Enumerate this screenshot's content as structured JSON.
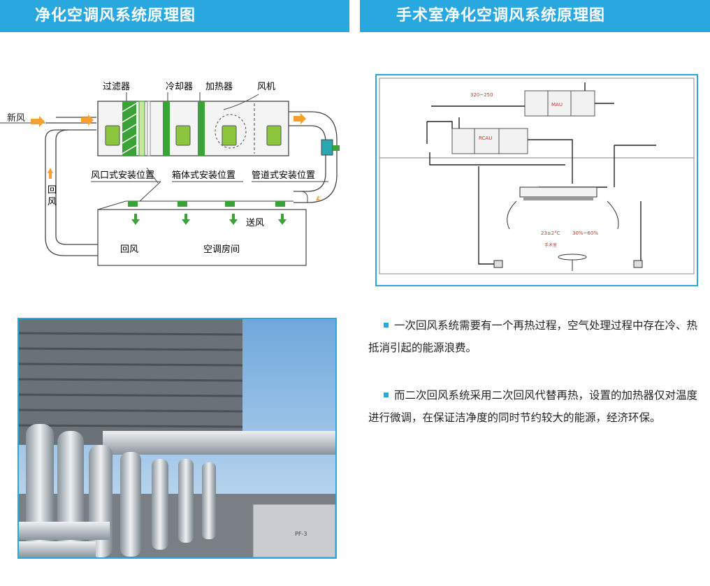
{
  "left_banner": {
    "title": "净化空调风系统原理图"
  },
  "right_banner": {
    "title": "手术室净化空调风系统原理图"
  },
  "diagram1": {
    "labels": {
      "fresh_air": "新风",
      "filter": "过滤器",
      "cooler": "冷却器",
      "heater": "加热器",
      "fan": "风机",
      "return_air_vertical": [
        "回",
        "风"
      ],
      "vent_position": "风口式安装位置",
      "box_position": "箱体式安装位置",
      "duct_position": "管道式安装位置",
      "supply_air": "送风",
      "return_air": "回风",
      "ac_room": "空调房间"
    },
    "colors": {
      "arrow": "#f7a030",
      "filter_green": "#3aa236",
      "block_green": "#8cc63f",
      "supply_arrow": "#3aa236"
    }
  },
  "diagram2": {
    "labels": {
      "mau": "MAU",
      "rcau": "RCAU",
      "range": "320~250",
      "temp": "23±2°C",
      "humidity": "30%~60%",
      "room": "手术室"
    }
  },
  "photo": {
    "signage": "PF-3"
  },
  "paragraphs": [
    {
      "text": "一次回风系统需要有一个再热过程，空气处理过程中存在冷、热抵消引起的能源浪费。"
    },
    {
      "text": "而二次回风系统采用二次回风代替再热，设置的加热器仅对温度进行微调，在保证洁净度的同时节约较大的能源，经济环保。"
    }
  ]
}
